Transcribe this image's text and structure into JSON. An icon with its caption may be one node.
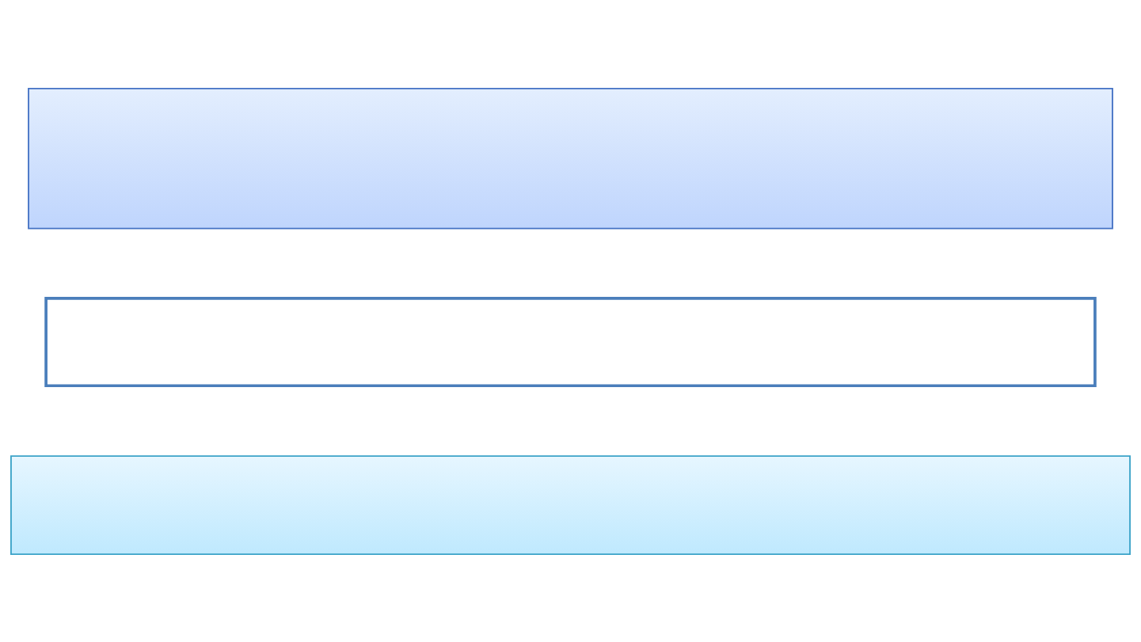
{
  "diagram": {
    "nodes": [
      {
        "text": [],
        "shape": "box"
      },
      {
        "text": [],
        "shape": "box"
      },
      {
        "text": [],
        "shape": "box"
      }
    ]
  }
}
